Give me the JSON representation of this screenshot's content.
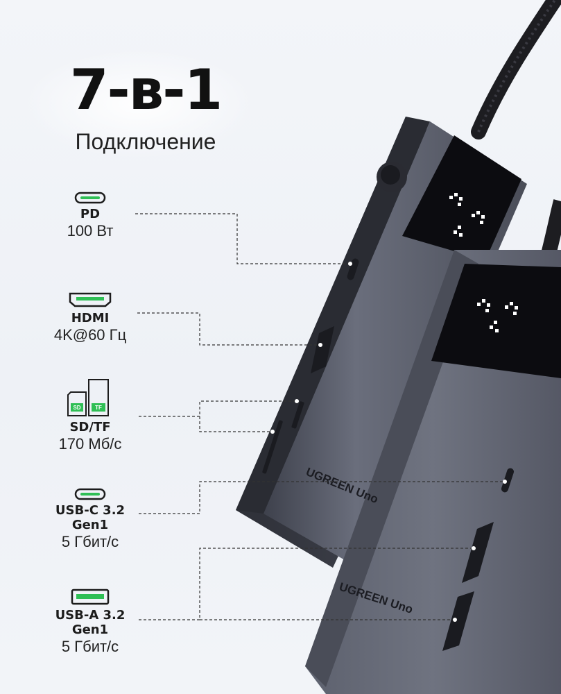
{
  "headline": {
    "title": "7-в-1",
    "subtitle": "Подключение"
  },
  "ports": [
    {
      "icon": "usb-c-port-icon",
      "name": "PD",
      "spec": "100 Вт"
    },
    {
      "icon": "hdmi-port-icon",
      "name": "HDMI",
      "spec": "4K@60 Гц"
    },
    {
      "icon": "sd-tf-card-icon",
      "name": "SD/TF",
      "spec": "170 Мб/с",
      "card_labels": [
        "SD",
        "TF"
      ]
    },
    {
      "icon": "usb-c-port-icon",
      "name": "USB-C 3.2 Gen1",
      "spec": "5 Гбит/с"
    },
    {
      "icon": "usb-a-port-icon",
      "name": "USB-A 3.2 Gen1",
      "spec": "5 Гбит/с"
    }
  ],
  "device": {
    "brand_label": "UGREEN Uno",
    "body_color": "#5a5e6c",
    "screen_color": "#0c0c10",
    "accent_color": "#2fbf55"
  }
}
